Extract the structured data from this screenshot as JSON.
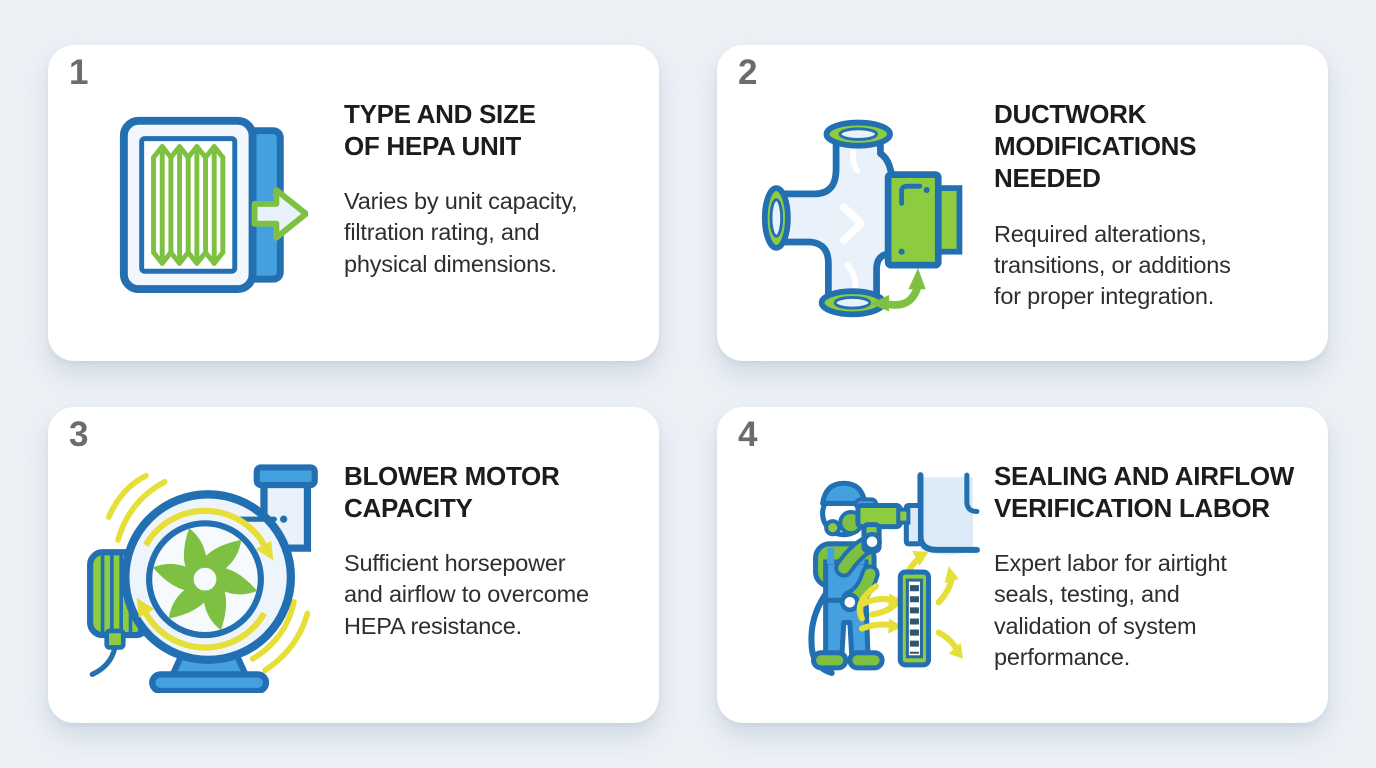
{
  "palette": {
    "background": "#edf1f6",
    "card_background": "#ffffff",
    "number_color": "#6c6c6c",
    "title_color": "#1c1c1c",
    "body_color": "#2e2e2e",
    "outline_blue": "#2270b2",
    "mid_blue": "#45a0e0",
    "pale_blue": "#e9f1fa",
    "green": "#7ec142",
    "bright_green": "#8ecc3f",
    "yellow": "#e6df38"
  },
  "cards": [
    {
      "number": "1",
      "icon": "hepa-filter-icon",
      "title": "TYPE AND SIZE\nOF HEPA UNIT",
      "description": "Varies by unit capacity,\nfiltration rating, and\nphysical dimensions."
    },
    {
      "number": "2",
      "icon": "ductwork-icon",
      "title": "DUCTWORK\nMODIFICATIONS\nNEEDED",
      "description": "Required alterations,\ntransitions, or additions\nfor proper integration."
    },
    {
      "number": "3",
      "icon": "blower-motor-icon",
      "title": "BLOWER MOTOR\nCAPACITY",
      "description": "Sufficient horsepower\nand airflow to overcome\nHEPA resistance."
    },
    {
      "number": "4",
      "icon": "worker-sealing-icon",
      "title": "SEALING AND AIRFLOW\nVERIFICATION LABOR",
      "description": "Expert labor for airtight\nseals, testing, and\nvalidation of system\nperformance."
    }
  ]
}
